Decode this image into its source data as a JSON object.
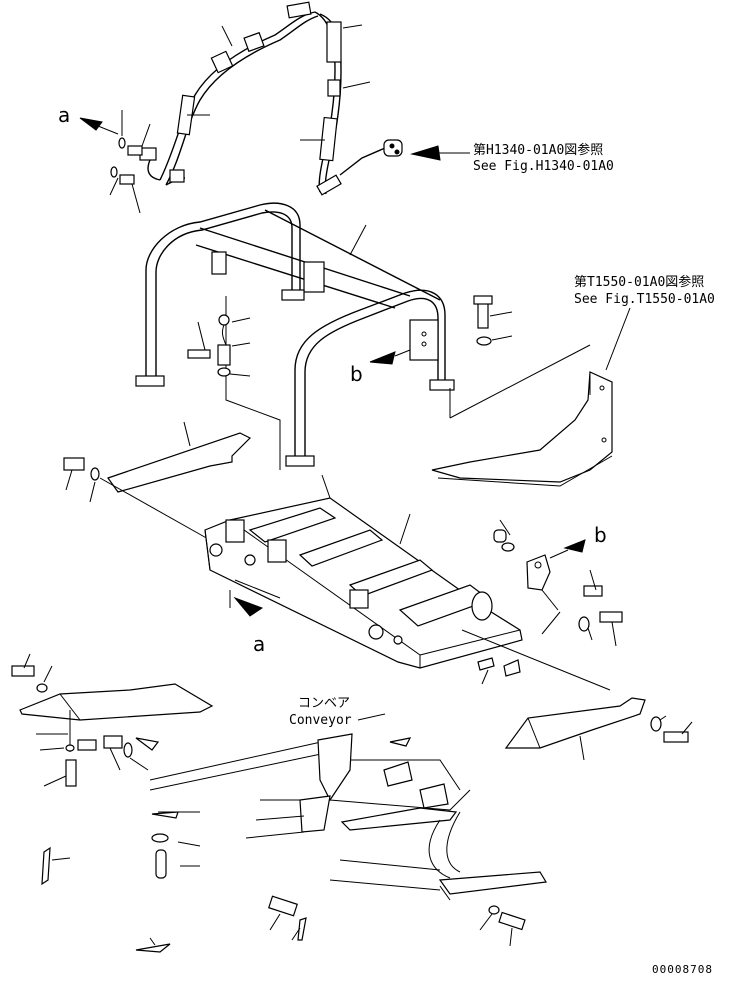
{
  "diagram": {
    "letters": {
      "a": "a",
      "b": "b"
    },
    "refs": {
      "hose_ref_jp": "第H1340-01A0図参照",
      "hose_ref_en": "See Fig.H1340-01A0",
      "cover_ref_jp": "第T1550-01A0図参照",
      "cover_ref_en": "See Fig.T1550-01A0"
    },
    "conveyor_jp": "コンベア",
    "conveyor_en": "Conveyor",
    "drawing_number": "00008708"
  }
}
